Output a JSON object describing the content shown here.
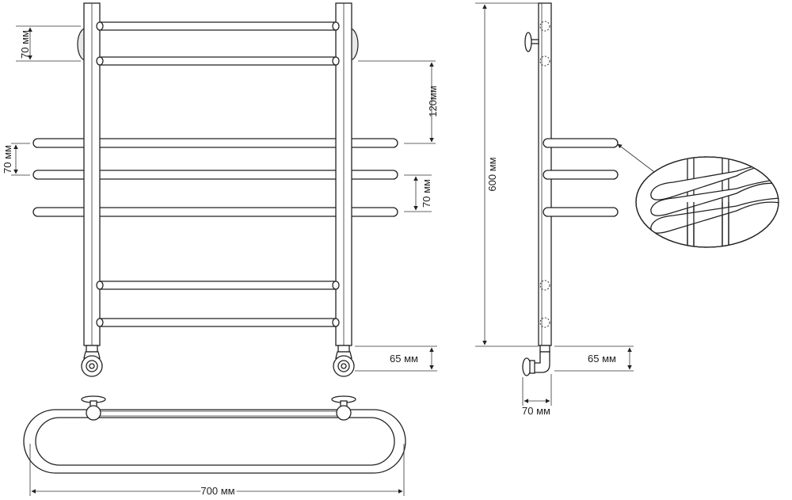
{
  "dimensions": {
    "spacing_top": "70 мм",
    "spacing_middle": "120мм",
    "spacing_shelf_left": "70 мм",
    "spacing_shelf_right": "70 мм",
    "height_total": "600 мм",
    "connection_front": "65 мм",
    "connection_side": "65 мм",
    "wall_offset": "70 мм",
    "width_total": "700 мм"
  }
}
